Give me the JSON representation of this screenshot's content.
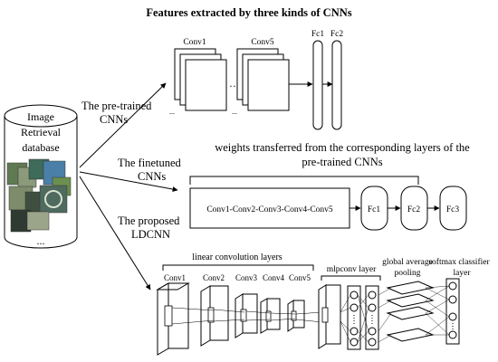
{
  "title": "Features extracted by three kinds of CNNs",
  "database": {
    "line1": "Image",
    "line2": "Retrieval",
    "line3": "database",
    "ellipsis": "..."
  },
  "branches": {
    "pretrained": {
      "line1": "The pre-trained",
      "line2": "CNNs"
    },
    "finetuned": {
      "line1": "The finetuned",
      "line2": "CNNs"
    },
    "proposed": {
      "line1": "The proposed",
      "line2": "LDCNN"
    }
  },
  "pretrained_net": {
    "conv1": "Conv1",
    "conv5": "Conv5",
    "fc1": "Fc1",
    "fc2": "Fc2",
    "dots": "…",
    "small_dots": "...",
    "small_dots2": "..."
  },
  "finetuned_net": {
    "note_line1": "weights transferred from the corresponding layers of the",
    "note_line2": "pre-trained CNNs",
    "conv_block": "Conv1-Conv2-Conv3-Conv4-Conv5",
    "fc1": "Fc1",
    "fc2": "Fc2",
    "fc3": "Fc3"
  },
  "ldcnn": {
    "linear_label": "linear convolution layers",
    "conv_labels": [
      "Conv1",
      "Conv2",
      "Conv3",
      "Conv4",
      "Conv5"
    ],
    "mlpconv": "mlpconv layer",
    "gap_line1": "global average",
    "gap_line2": "pooling",
    "softmax_line1": "softmax classifier",
    "softmax_line2": "layer"
  }
}
